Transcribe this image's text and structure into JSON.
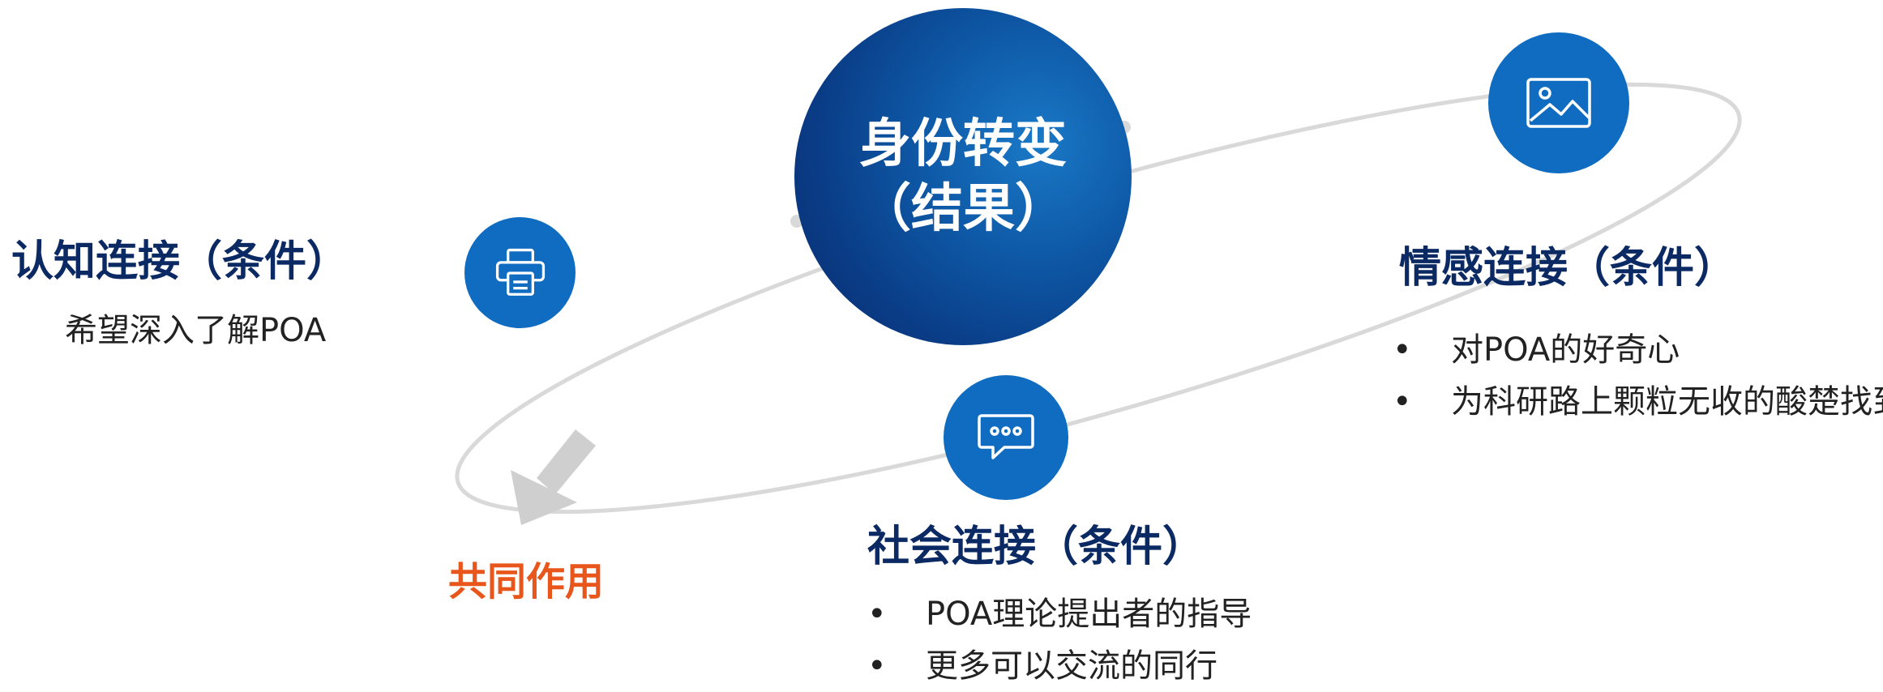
{
  "center": {
    "line1": "身份转变",
    "line2": "（结果）"
  },
  "cognitive": {
    "title": "认知连接（条件）",
    "desc": "希望深入了解POA"
  },
  "emotional": {
    "title": "情感连接（条件）",
    "items": [
      "对POA的好奇心",
      "为科研路上颗粒无收的酸楚找到出路"
    ]
  },
  "social": {
    "title": "社会连接（条件）",
    "items": [
      "POA理论提出者的指导",
      "更多可以交流的同行"
    ]
  },
  "arrow_label": "共同作用",
  "icons": {
    "cognitive": "printer-icon",
    "emotional": "image-icon",
    "social": "chat-bubble-icon"
  },
  "colors": {
    "heading": "#0b2a63",
    "circle": "#0f6cc0",
    "center_dark": "#0a2c6d",
    "orbit": "#d9d9d9",
    "accent": "#e8561c",
    "arrow": "#cfcfcf"
  }
}
